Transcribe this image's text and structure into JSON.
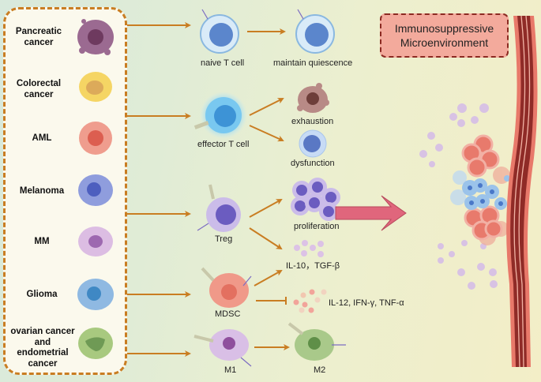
{
  "title_box": {
    "line1": "Immunosuppressive",
    "line2": "Microenvironment"
  },
  "cancers": [
    {
      "line1": "Pancreatic",
      "line2": "cancer",
      "cell_color": "#9b6a91"
    },
    {
      "line1": "Colorectal",
      "line2": "cancer",
      "cell_color": "#f5d564"
    },
    {
      "line1": "AML",
      "line2": "",
      "cell_color": "#ef9d8e"
    },
    {
      "line1": "Melanoma",
      "line2": "",
      "cell_color": "#8f9ddd"
    },
    {
      "line1": "MM",
      "line2": "",
      "cell_color": "#dcbde3"
    },
    {
      "line1": "Glioma",
      "line2": "",
      "cell_color": "#8fb9e2"
    },
    {
      "lines": [
        "ovarian cancer",
        "and",
        "endometrial",
        "cancer"
      ],
      "cell_color": "#a8c97f"
    }
  ],
  "immune_cells": {
    "naive_t": "naive T cell",
    "effector_t": "effector T cell",
    "treg": "Treg",
    "mdsc": "MDSC",
    "m1": "M1",
    "m2": "M2"
  },
  "outcomes": {
    "quiescence": "maintain quiescence",
    "exhaustion": "exhaustion",
    "dysfunction": "dysfunction",
    "proliferation": "proliferation",
    "il10_tgfb": "IL-10，TGF-β",
    "il12_ifn_tnf": "IL-12, IFN-γ, TNF-α"
  },
  "colors": {
    "arrow": "#c97d22",
    "panel_border": "#c97d22",
    "title_fill": "#f3aa9c",
    "title_border": "#8c2a22",
    "vessel_dark": "#8f2b27",
    "vessel_light": "#e8796a",
    "big_arrow": "#e0667c"
  }
}
